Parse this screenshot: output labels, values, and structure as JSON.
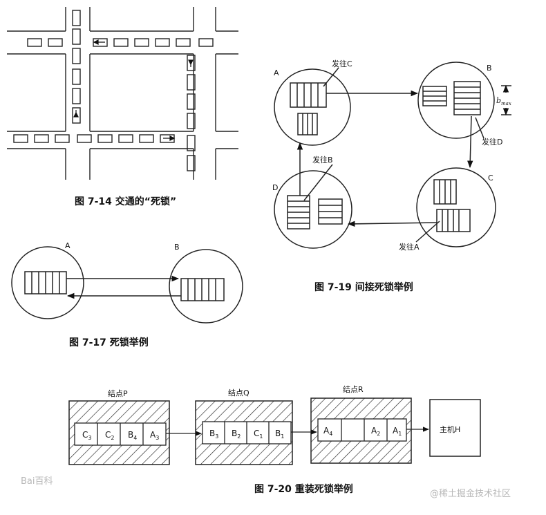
{
  "fig714": {
    "caption": "图 7-14 交通的“死锁”"
  },
  "fig717": {
    "caption": "图 7-17 死锁举例",
    "node_a": "A",
    "node_b": "B"
  },
  "fig719": {
    "caption": "图 7-19 间接死锁举例",
    "nodes": [
      "A",
      "B",
      "C",
      "D"
    ],
    "send_c": "发往C",
    "send_d": "发往D",
    "send_b": "发往B",
    "send_a": "发往A",
    "bmax": "b",
    "bmax_sub": "max"
  },
  "fig720": {
    "caption": "图 7-20 重装死锁举例",
    "node_p": "结点P",
    "node_q": "结点Q",
    "node_r": "结点R",
    "host": "主机H",
    "p_cells": [
      "C",
      "C",
      "B",
      "A"
    ],
    "p_subs": [
      "3",
      "2",
      "4",
      "3"
    ],
    "q_cells": [
      "B",
      "B",
      "C",
      "B"
    ],
    "q_subs": [
      "3",
      "2",
      "1",
      "1"
    ],
    "r_cells": [
      "A",
      "",
      "A",
      "A"
    ],
    "r_subs": [
      "4",
      "",
      "2",
      "1"
    ]
  },
  "watermark_left": "Bai百科",
  "watermark_right": "@稀土掘金技术社区"
}
